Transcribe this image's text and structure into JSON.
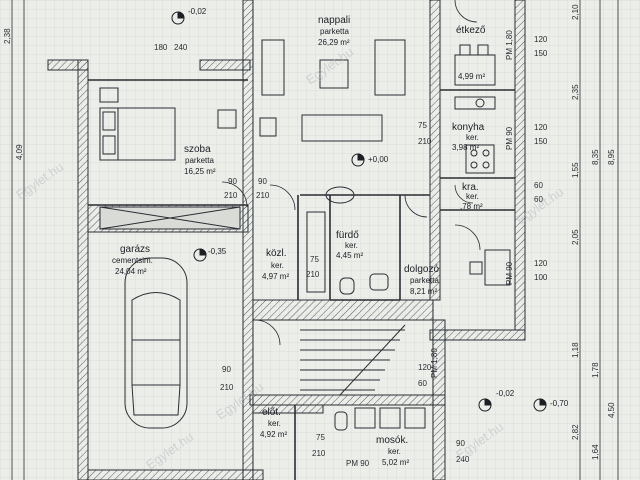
{
  "rooms": {
    "nappali": {
      "name": "nappali",
      "floor": "parketta",
      "area": "26,29 m²"
    },
    "etkezo": {
      "name": "étkező",
      "area": "4,99 m²"
    },
    "szoba": {
      "name": "szoba",
      "floor": "parketta",
      "area": "16,25 m²"
    },
    "konyha": {
      "name": "konyha",
      "floor": "ker.",
      "area": "3,98 m²"
    },
    "kamra": {
      "name": "kra.",
      "floor": "ker.",
      "area": ",78 m²"
    },
    "furdo": {
      "name": "fürdő",
      "floor": "ker.",
      "area": "4,45 m²"
    },
    "kozl": {
      "name": "közl.",
      "floor": "ker.",
      "area": "4,97 m²"
    },
    "dolgozo": {
      "name": "dolgozó",
      "floor": "parketta",
      "area": "8,21 m²"
    },
    "garazs": {
      "name": "garázs",
      "floor": "cementsim.",
      "area": "24,04 m²"
    },
    "elot": {
      "name": "előt.",
      "floor": "ker.",
      "area": "4,92 m²"
    },
    "mosok": {
      "name": "mosók.",
      "floor": "ker.",
      "area": "5,02 m²"
    }
  },
  "levels": {
    "top": "-0,02",
    "center": "+0,00",
    "garage": "-0,35",
    "right": "-0,02",
    "edge": "-0,70"
  },
  "dims": {
    "d180": "180",
    "d240": "240",
    "d90": "90",
    "d210": "210",
    "d75": "75",
    "d120": "120",
    "d150": "150",
    "d60": "60",
    "d100": "100",
    "pm90": "PM 90",
    "pm180": "PM 1,80",
    "pm90b": "PM 90",
    "pm180b": "PM 1,80",
    "left_top": "2,38",
    "left_mid": "4,09",
    "right1": "2,10",
    "right2": "2,35",
    "right3": "1,55",
    "right4": "2,05",
    "right5": "8,35",
    "right6": "8,95",
    "right7": "1,18",
    "right8": "1,78",
    "right9": "4,50",
    "right10": "2,82",
    "right11": "1,64"
  },
  "watermark": "Egylet.hu"
}
